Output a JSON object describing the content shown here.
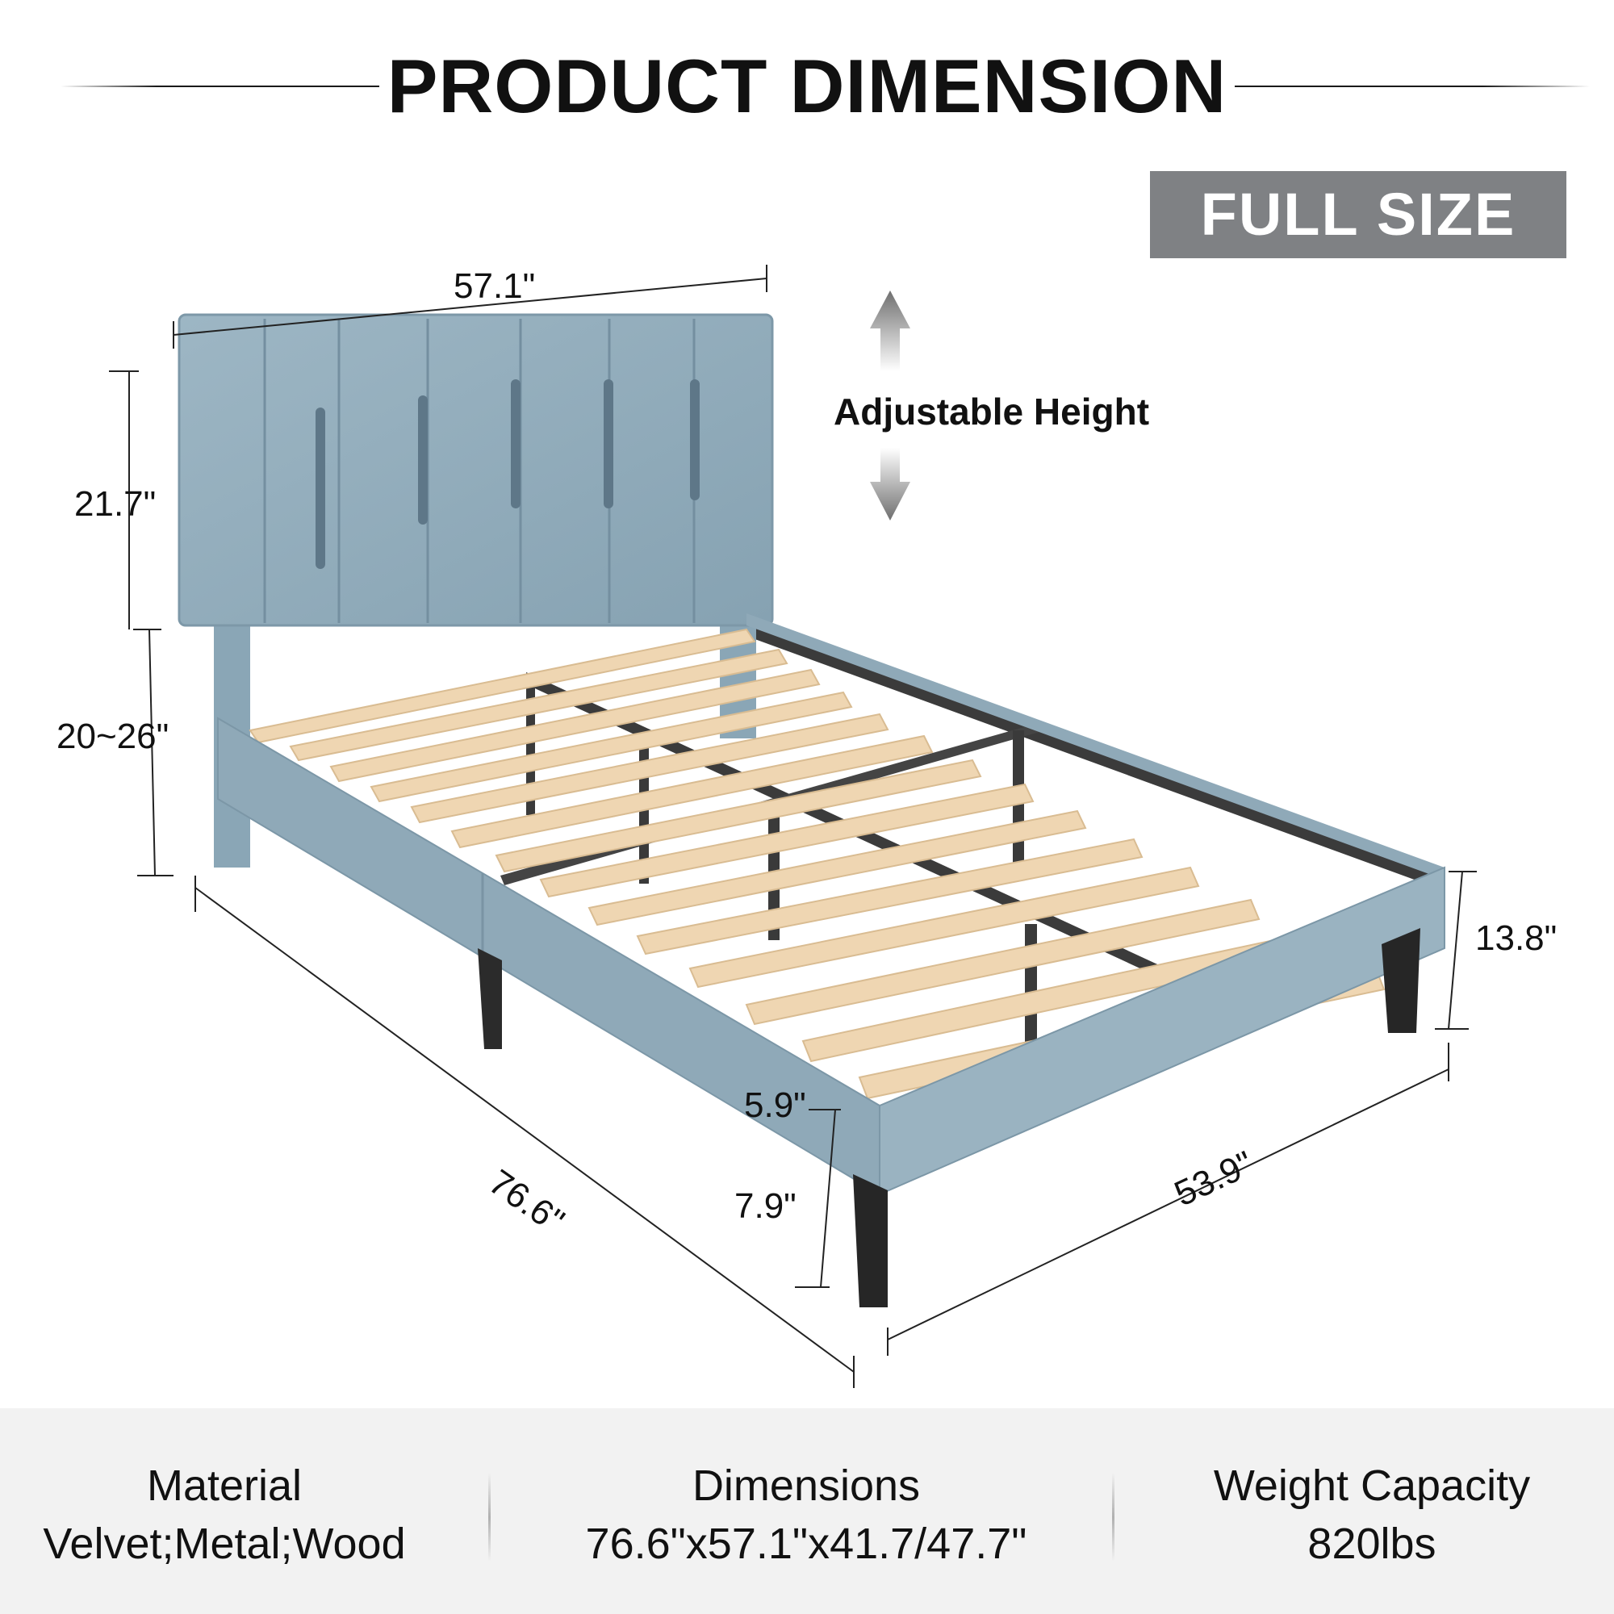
{
  "title": "PRODUCT DIMENSION",
  "size_badge": "FULL SIZE",
  "adjustable_label": "Adjustable Height",
  "dimensions": {
    "headboard_width": "57.1\"",
    "headboard_height": "21.7\"",
    "headboard_leg_height": "20~26\"",
    "frame_height": "13.8\"",
    "length": "76.6\"",
    "width": "53.9\"",
    "side_rail_height": "5.9\"",
    "clearance": "7.9\""
  },
  "specs": [
    {
      "name": "Material",
      "value": "Velvet;Metal;Wood"
    },
    {
      "name": "Dimensions",
      "value": "76.6\"x57.1\"x41.7/47.7\""
    },
    {
      "name": "Weight Capacity",
      "value": "820lbs"
    }
  ],
  "colors": {
    "fabric": "#8ea9b8",
    "fabric_dark": "#7692a3",
    "slat": "#efd7b4",
    "metal": "#3d3d3d",
    "legs": "#2a2a2a",
    "badge": "#7f8184",
    "spec_bar": "#f2f2f2"
  }
}
